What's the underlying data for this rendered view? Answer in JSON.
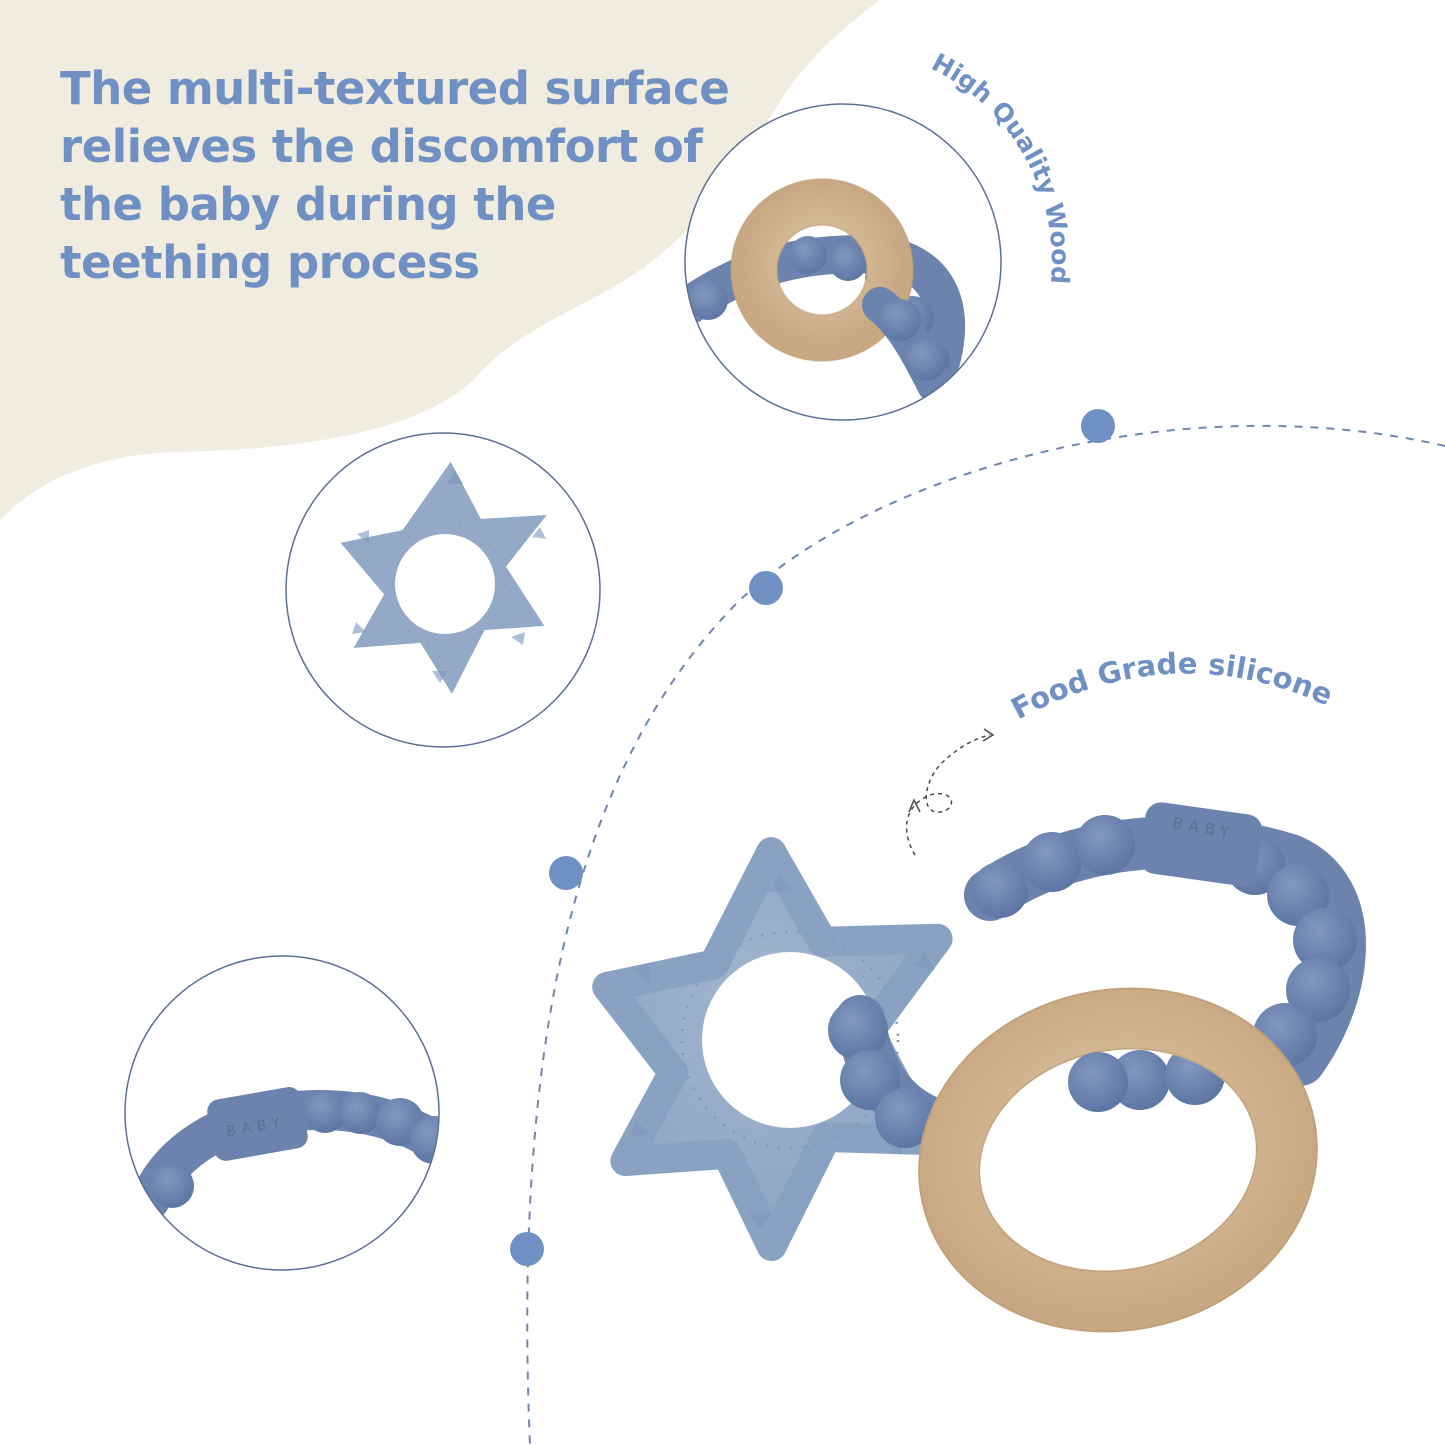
{
  "headline": "The multi-textured surface relieves the discomfort of the baby during the teething process",
  "callouts": {
    "wood_label": "High Quality Wood",
    "silicone_label": "Food Grade silicone"
  },
  "brand_imprint": "BABY",
  "colors": {
    "background": "#ffffff",
    "cream_wave": "#f0ede0",
    "accent_blue": "#7090c4",
    "silicone_dark": "#6b83ad",
    "silicone_light": "#93a9c6",
    "wood": "#d2b594"
  }
}
